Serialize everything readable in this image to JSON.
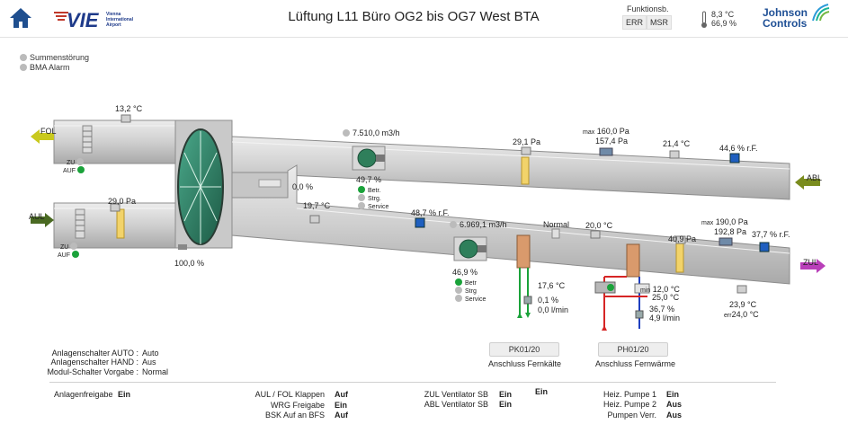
{
  "header": {
    "title": "Lüftung L11 Büro OG2 bis OG7 West BTA",
    "logo_text": "VIE",
    "logo_sub": [
      "Vienna",
      "International",
      "Airport"
    ],
    "funktionsb_label": "Funktionsb.",
    "err_button": "ERR",
    "msr_button": "MSR",
    "weather_temp": "8,3 °C",
    "weather_hum": "66,9 %",
    "brand": [
      "Johnson",
      "Controls"
    ]
  },
  "alarms": {
    "summenstoerung": "Summenstörung",
    "bma_alarm": "BMA Alarm"
  },
  "scheme": {
    "fol_label": "FOL",
    "aul_label": "AUL",
    "abl_label": "ABL",
    "zul_label": "ZUL",
    "temp_fol": "13,2 °C",
    "flap_top_zu": "ZU",
    "flap_top_auf": "AUF",
    "press_aul_filter": "29,0 Pa",
    "flap_bot_zu": "ZU",
    "flap_bot_auf": "AUF",
    "wrg_percent": "100,0 %",
    "bypass_percent": "0,0 %",
    "abl_flow": "7.510,0 m3/h",
    "abl_fan_percent": "49,7 %",
    "abl_fan_betr": "Betr.",
    "abl_fan_strg": "Strg.",
    "abl_fan_service": "Service",
    "press_abl_filter": "29,1 Pa",
    "abl_press_max_prefix": "max",
    "abl_press_max": "160,0 Pa",
    "abl_press": "157,4 Pa",
    "abl_temp": "21,4 °C",
    "abl_hum": "44,6 % r.F.",
    "zul_temp_after_wrg": "19,7 °C",
    "zul_hum_mid": "48,7 % r.F.",
    "zul_flow": "6.969,1 m3/h",
    "zul_fan_percent": "46,9 %",
    "zul_fan_betr": "Betr",
    "zul_fan_strg": "Strg",
    "zul_fan_service": "Service",
    "cooler_state": "Normal",
    "temp_after_cooler": "20,0 °C",
    "press_zul_filter": "40,9 Pa",
    "zul_press_max_prefix": "max",
    "zul_press_max": "190,0 Pa",
    "zul_press": "192,8 Pa",
    "zul_hum": "37,7 % r.F.",
    "cooler_temp": "17,6 °C",
    "cooler_valve": "0,1 %",
    "cooler_flow": "0,0 l/min",
    "heater_min_prefix": "min",
    "heater_min_temp": "12,0 °C",
    "heater_temp": "25,0 °C",
    "heater_valve": "36,7 %",
    "heater_flow": "4,9 l/min",
    "zul_temp": "23,9 °C",
    "zul_temp_set_prefix": "err",
    "zul_temp_set": "24,0 °C"
  },
  "buttons": {
    "pk_button": "PK01/20",
    "pk_caption": "Anschluss Fernkälte",
    "ph_button": "PH01/20",
    "ph_caption": "Anschluss Fernwärme"
  },
  "status_left": [
    {
      "label": "Anlagenschalter AUTO :",
      "value": "Auto"
    },
    {
      "label": "Anlagenschalter HAND :",
      "value": "Aus"
    },
    {
      "label": "Modul-Schalter Vorgabe :",
      "value": "Normal"
    }
  ],
  "bottom": {
    "anlagenfreigabe_label": "Anlagenfreigabe",
    "anlagenfreigabe_value": "Ein",
    "col2": [
      {
        "label": "AUL / FOL Klappen",
        "value": "Auf"
      },
      {
        "label": "WRG Freigabe",
        "value": "Ein"
      },
      {
        "label": "BSK Auf an BFS",
        "value": "Auf"
      }
    ],
    "col3": [
      {
        "label": "ZUL Ventilator SB",
        "value": "Ein"
      },
      {
        "label": "ABL Ventilator SB",
        "value": "Ein"
      }
    ],
    "col3_extra": "Ein",
    "col4": [
      {
        "label": "Heiz. Pumpe 1",
        "value": "Ein"
      },
      {
        "label": "Heiz. Pumpe 2",
        "value": "Aus"
      },
      {
        "label": "Pumpen Verr.",
        "value": "Aus"
      }
    ]
  }
}
